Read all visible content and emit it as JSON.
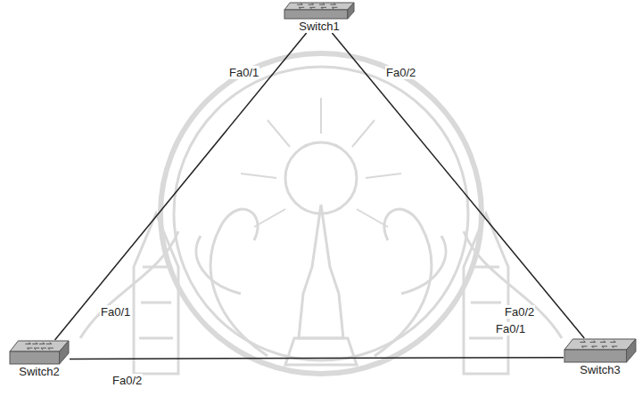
{
  "diagram": {
    "nodes": [
      {
        "text": [
          "Switch1"
        ]
      },
      {
        "text": [
          "Switch2"
        ]
      },
      {
        "text": [
          "Switch3"
        ]
      }
    ],
    "edges": [
      {
        "from": 0,
        "to": 1,
        "arrow": "none"
      },
      {
        "from": 0,
        "to": 2,
        "arrow": "none"
      },
      {
        "from": 1,
        "to": 2,
        "arrow": "none"
      }
    ],
    "labels": [
      "Fa0/1",
      "Fa0/2",
      "Fa0/1",
      "Fa0/2",
      "Fa0/1",
      "Fa0/2"
    ]
  }
}
